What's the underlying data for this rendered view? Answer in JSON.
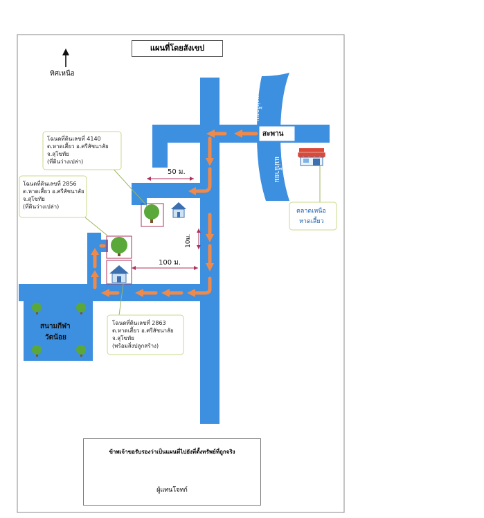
{
  "map": {
    "title": "แผนที่โดยสังเขป",
    "north_label": "ทิศเหนือ",
    "river_label_top": "แม่น้ำยม",
    "river_label_bottom": "แม่น้ำยม",
    "bridge_label": "สะพาน",
    "market_label_line1": "ตลาดเหนือ",
    "market_label_line2": "หาดเสี้ยว",
    "distance_50": "50 ม.",
    "distance_10": "10ม.",
    "distance_100": "100 ม.",
    "stadium_line1": "สนามกีฬา",
    "stadium_line2": "วัดน้อย",
    "callout_4140": [
      "โฉนดที่ดินเลขที่ 4140",
      "ต.หาดเสี้ยว อ.ศรีสัชนาลัย",
      "จ.สุโขทัย",
      "(ที่ดินว่างเปล่า)"
    ],
    "callout_2856": [
      "โฉนดที่ดินเลขที่ 2856",
      "ต.หาดเสี้ยว อ.ศรีสัชนาลัย",
      "จ.สุโขทัย",
      "(ที่ดินว่างเปล่า)"
    ],
    "callout_2863": [
      "โฉนดที่ดินเลขที่ 2863",
      "ต.หาดเสี้ยว อ.ศรีสัชนาลัย",
      "จ.สุโขทัย",
      "(พร้อมสิ่งปลูกสร้าง)"
    ],
    "certification": "ข้าพเจ้าขอรับรองว่าเป็นแผนที่ไปยังที่ตั้งทรัพย์ที่ถูกจริง",
    "signer": "ผู้แทนโจทก์",
    "colors": {
      "road": "#3d8fe0",
      "arrow": "#f08a4b",
      "tree": "#5aa83a",
      "house_roof": "#3b6fb0",
      "distance": "#b0305a",
      "callout_border": "#c8d88a",
      "signature": "#2c2f7a"
    }
  }
}
